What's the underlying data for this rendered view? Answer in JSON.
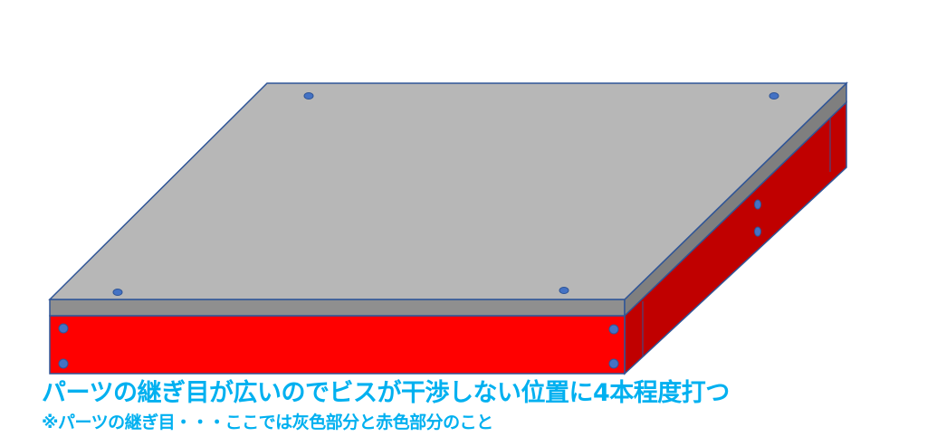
{
  "captions": {
    "main": "パーツの継ぎ目が広いのでビスが干渉しない位置に4本程度打つ",
    "note": "※パーツの継ぎ目・・・ここでは灰色部分と赤色部分のこと"
  },
  "colors": {
    "top_panel": "#b7b7b7",
    "top_edge": "#8f8f8f",
    "front_red": "#ff0000",
    "side_red": "#c00000",
    "outline": "#2f5597",
    "screw": "#4472c4",
    "caption": "#00b0f0"
  },
  "screw_counts": {
    "top_panel": 4,
    "front_panel": 4,
    "side_panel": 2
  }
}
